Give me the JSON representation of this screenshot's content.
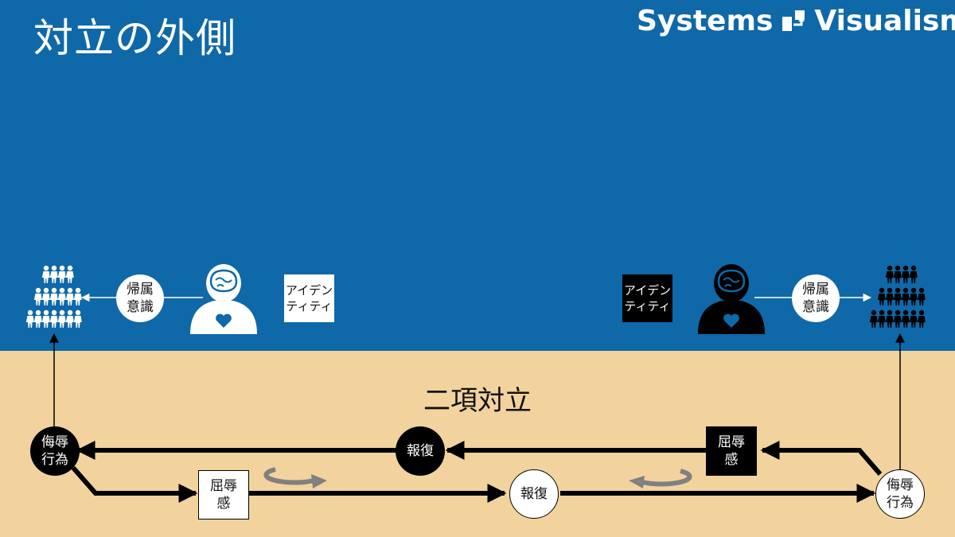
{
  "title": "対立の外側",
  "brand": {
    "left_word": "Systems",
    "right_word": "Visualism",
    "icon": "brand-logo-icon"
  },
  "subtitle": "二項対立",
  "left_side": {
    "identity_label": "アイデン\nティティ",
    "belonging_label": "帰属\n意識",
    "person_icon": "person-with-brain-and-heart-icon",
    "group_icon": "crowd-icon",
    "color": "#ffffff"
  },
  "right_side": {
    "identity_label": "アイデン\nティティ",
    "belonging_label": "帰属\n意識",
    "person_icon": "person-with-brain-and-heart-icon",
    "group_icon": "crowd-icon",
    "color": "#000000"
  },
  "loop": {
    "left_insult_act": "侮辱\n行為",
    "right_insult_act": "侮辱\n行為",
    "humiliation_bottom": "屈辱\n感",
    "humiliation_top": "屈辱\n感",
    "revenge_top": "報復",
    "revenge_bottom": "報復",
    "cycle_icon": "cycle-arrow-icon"
  },
  "colors": {
    "top_background": "#0f68a8",
    "bottom_background": "#f2d39d",
    "loop_arrow": "#000000",
    "cycle_arrow": "#808080"
  }
}
